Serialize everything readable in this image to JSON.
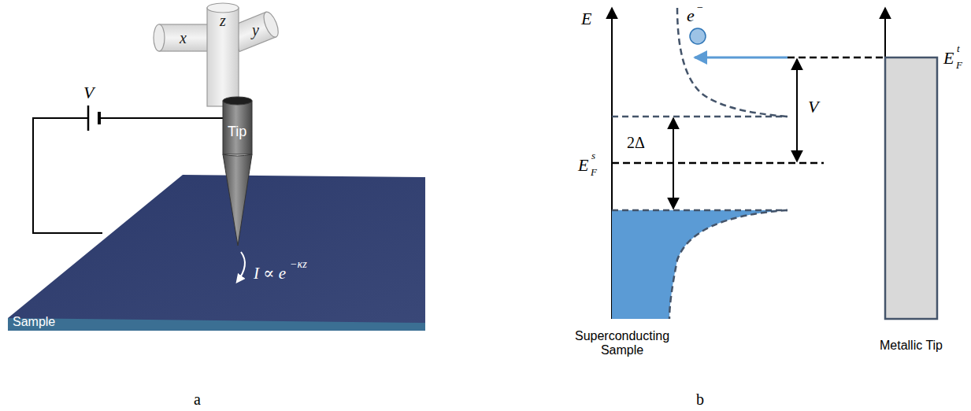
{
  "diagram": {
    "nodes": [
      {
        "text": [
          "x"
        ]
      },
      {
        "text": [
          "z"
        ]
      },
      {
        "text": [
          "y"
        ]
      },
      {
        "text": [
          "Tip"
        ]
      },
      {
        "text": [
          "Sample"
        ]
      }
    ],
    "labels": [
      "V",
      "I ∝ e",
      "−κz",
      "a",
      "b",
      "E",
      "e",
      "−",
      "V",
      "2Δ",
      "E",
      "F",
      "s",
      "E",
      "F",
      "t",
      "Superconducting Sample",
      "Metallic Tip"
    ]
  }
}
